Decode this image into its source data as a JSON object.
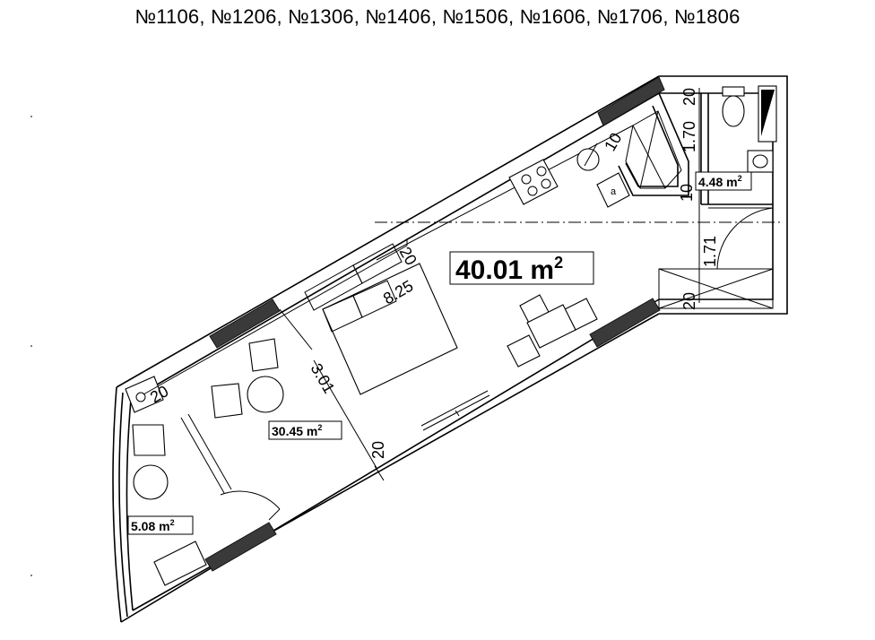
{
  "title": "№1106, №1206, №1306, №1406, №1506, №1606, №1706, №1806",
  "areas": {
    "total": {
      "value": "40.01 m",
      "unit_sup": "2"
    },
    "living": {
      "value": "30.45 m",
      "unit_sup": "2"
    },
    "balcony": {
      "value": "5.08 m",
      "unit_sup": "2"
    },
    "bathroom": {
      "value": "4.48 m",
      "unit_sup": "2"
    }
  },
  "dimensions": {
    "d_20_bath_top": "20",
    "d_1_70": "1.70",
    "d_10_shower": "10",
    "d_10_bath_wall": "10",
    "d_20_upper_wall": "20",
    "d_8_25": "8.25",
    "d_1_71": "1.71",
    "d_20_right": "20",
    "d_3_01": "3.01",
    "d_20_balcony": "20",
    "d_20_lower": "20"
  },
  "fixtures": {
    "cabinet_label": "a"
  }
}
